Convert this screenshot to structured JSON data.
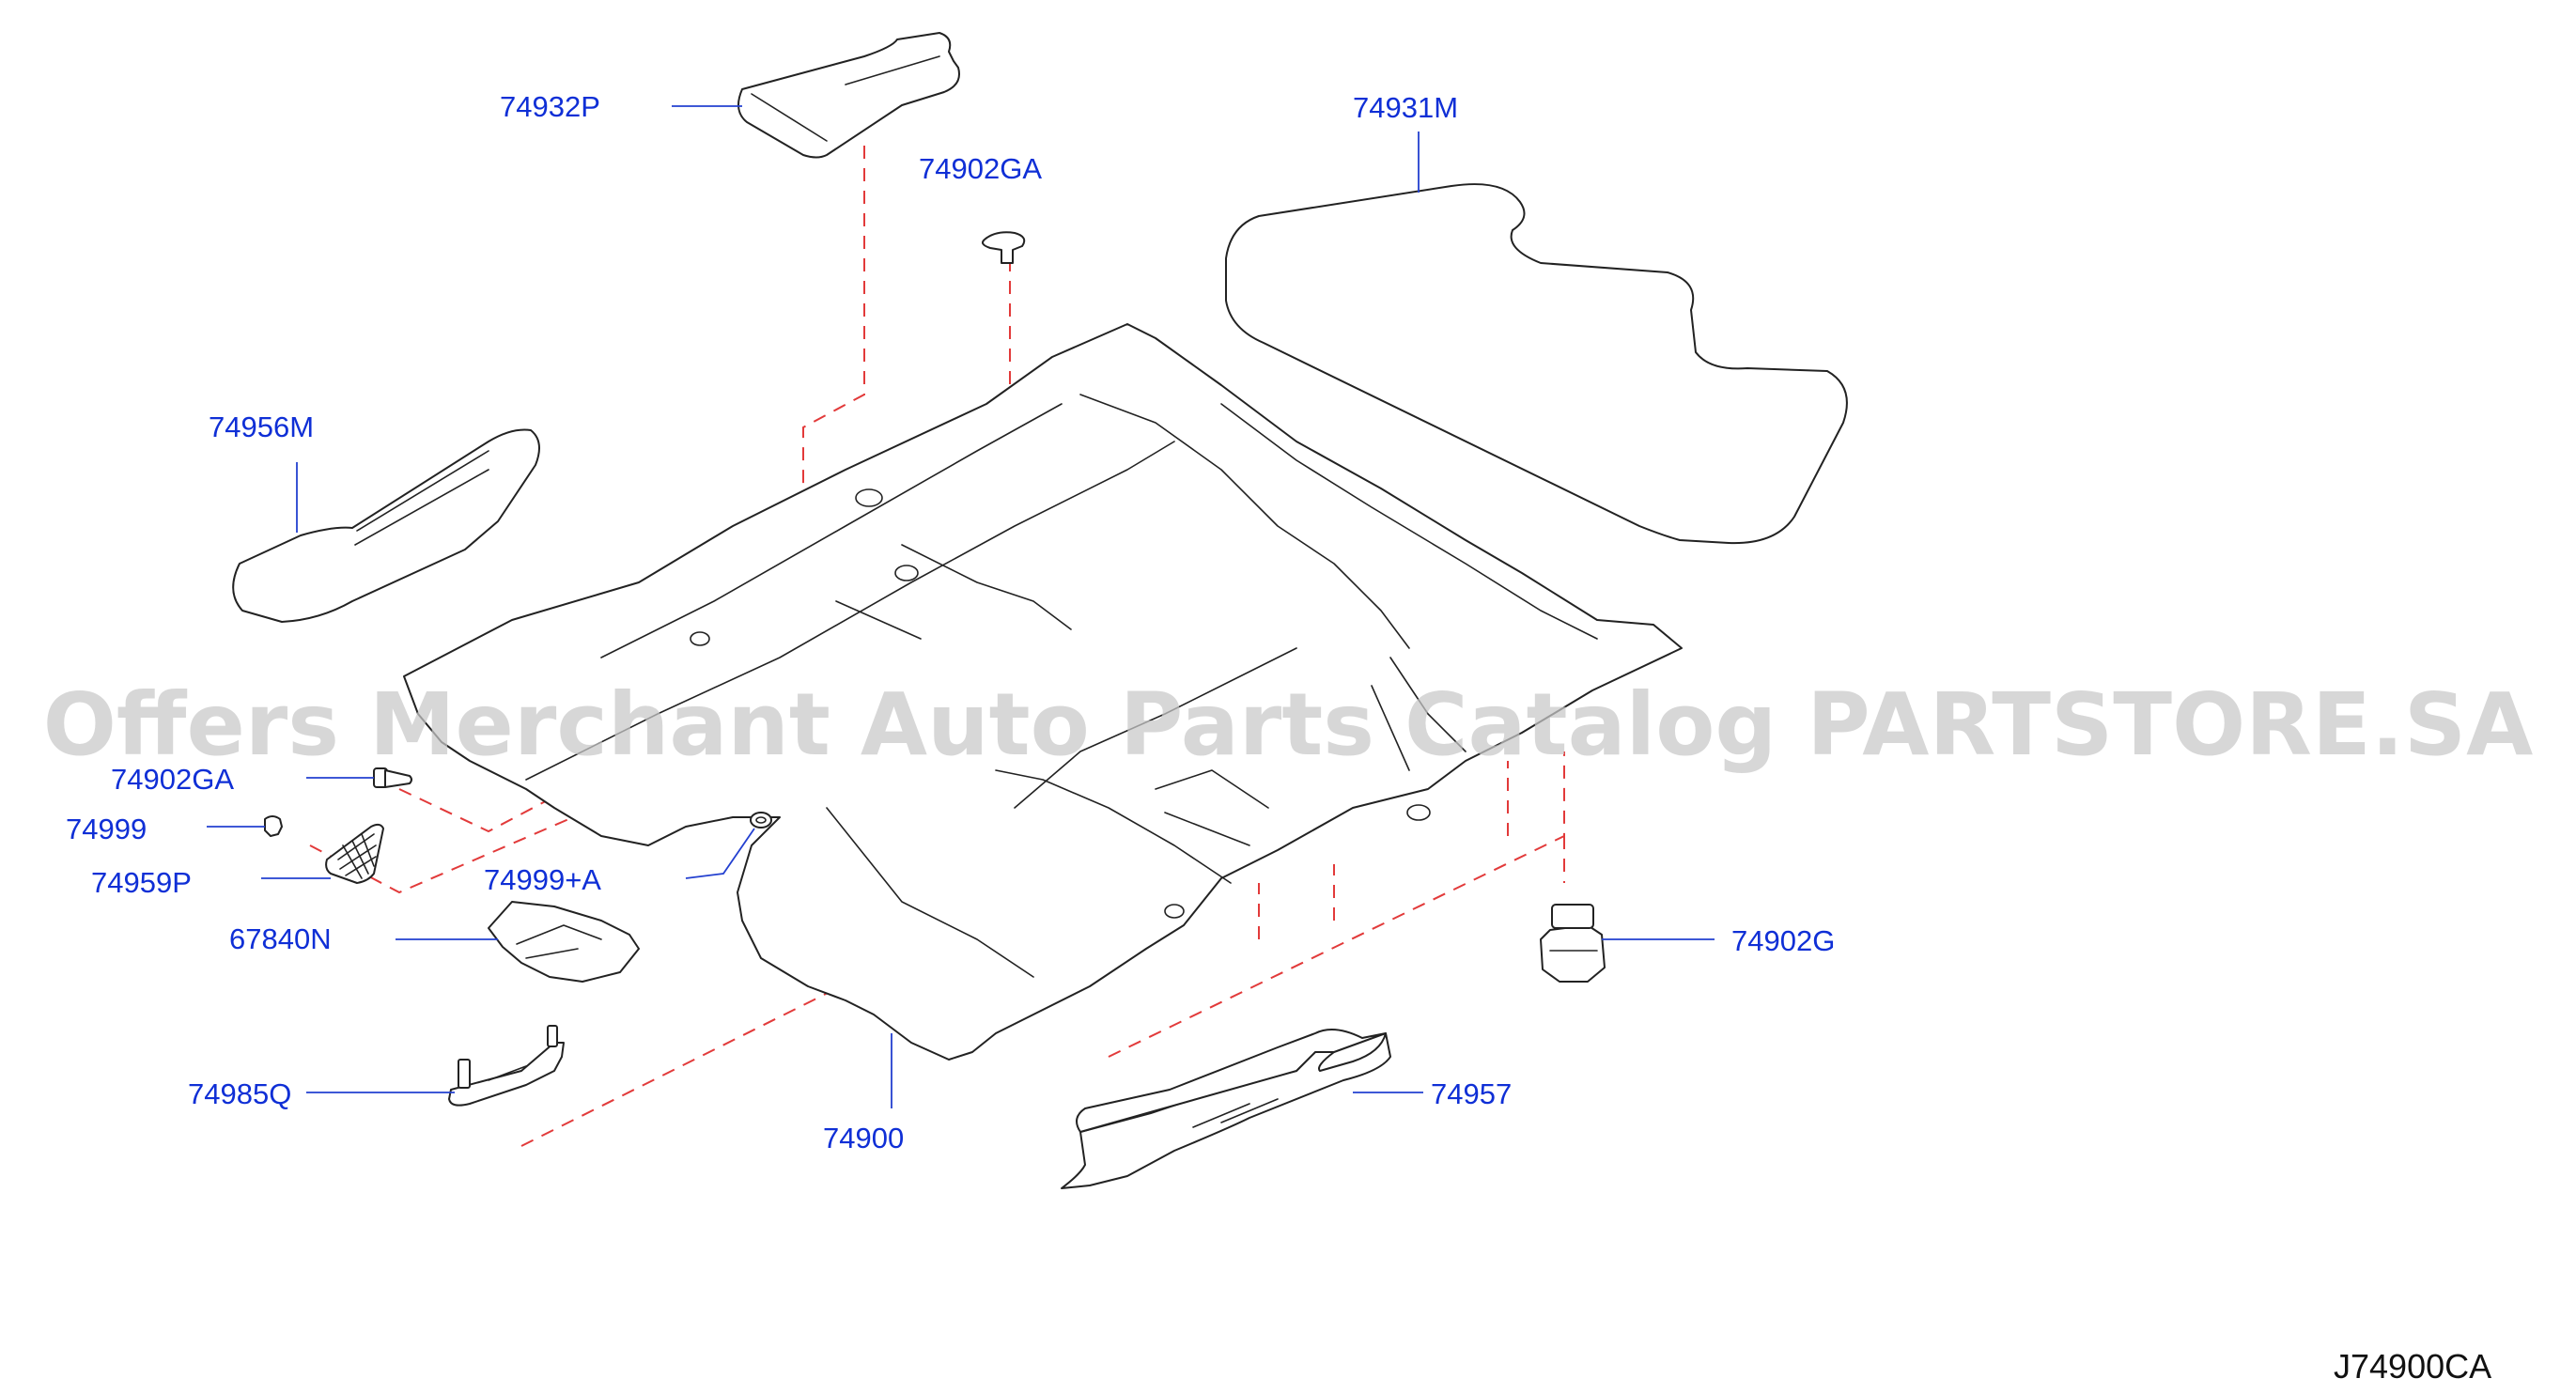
{
  "diagram": {
    "labels": {
      "p74932P": "74932P",
      "p74931M": "74931M",
      "p74902GA_top": "74902GA",
      "p74956M": "74956M",
      "p74902GA_left": "74902GA",
      "p74999": "74999",
      "p74959P": "74959P",
      "p74999A": "74999+A",
      "p67840N": "67840N",
      "p74985Q": "74985Q",
      "p74900": "74900",
      "p74957": "74957",
      "p74902G": "74902G"
    },
    "drawing_code": "J74900CA",
    "watermark": "Offers Merchant Auto Parts Catalog PARTSTORE.SA",
    "colors": {
      "label": "#0f2fd6",
      "leader": "#2340d0",
      "dash": "#e23a3a",
      "line": "#222222",
      "watermark": "#c9c9c9"
    }
  }
}
